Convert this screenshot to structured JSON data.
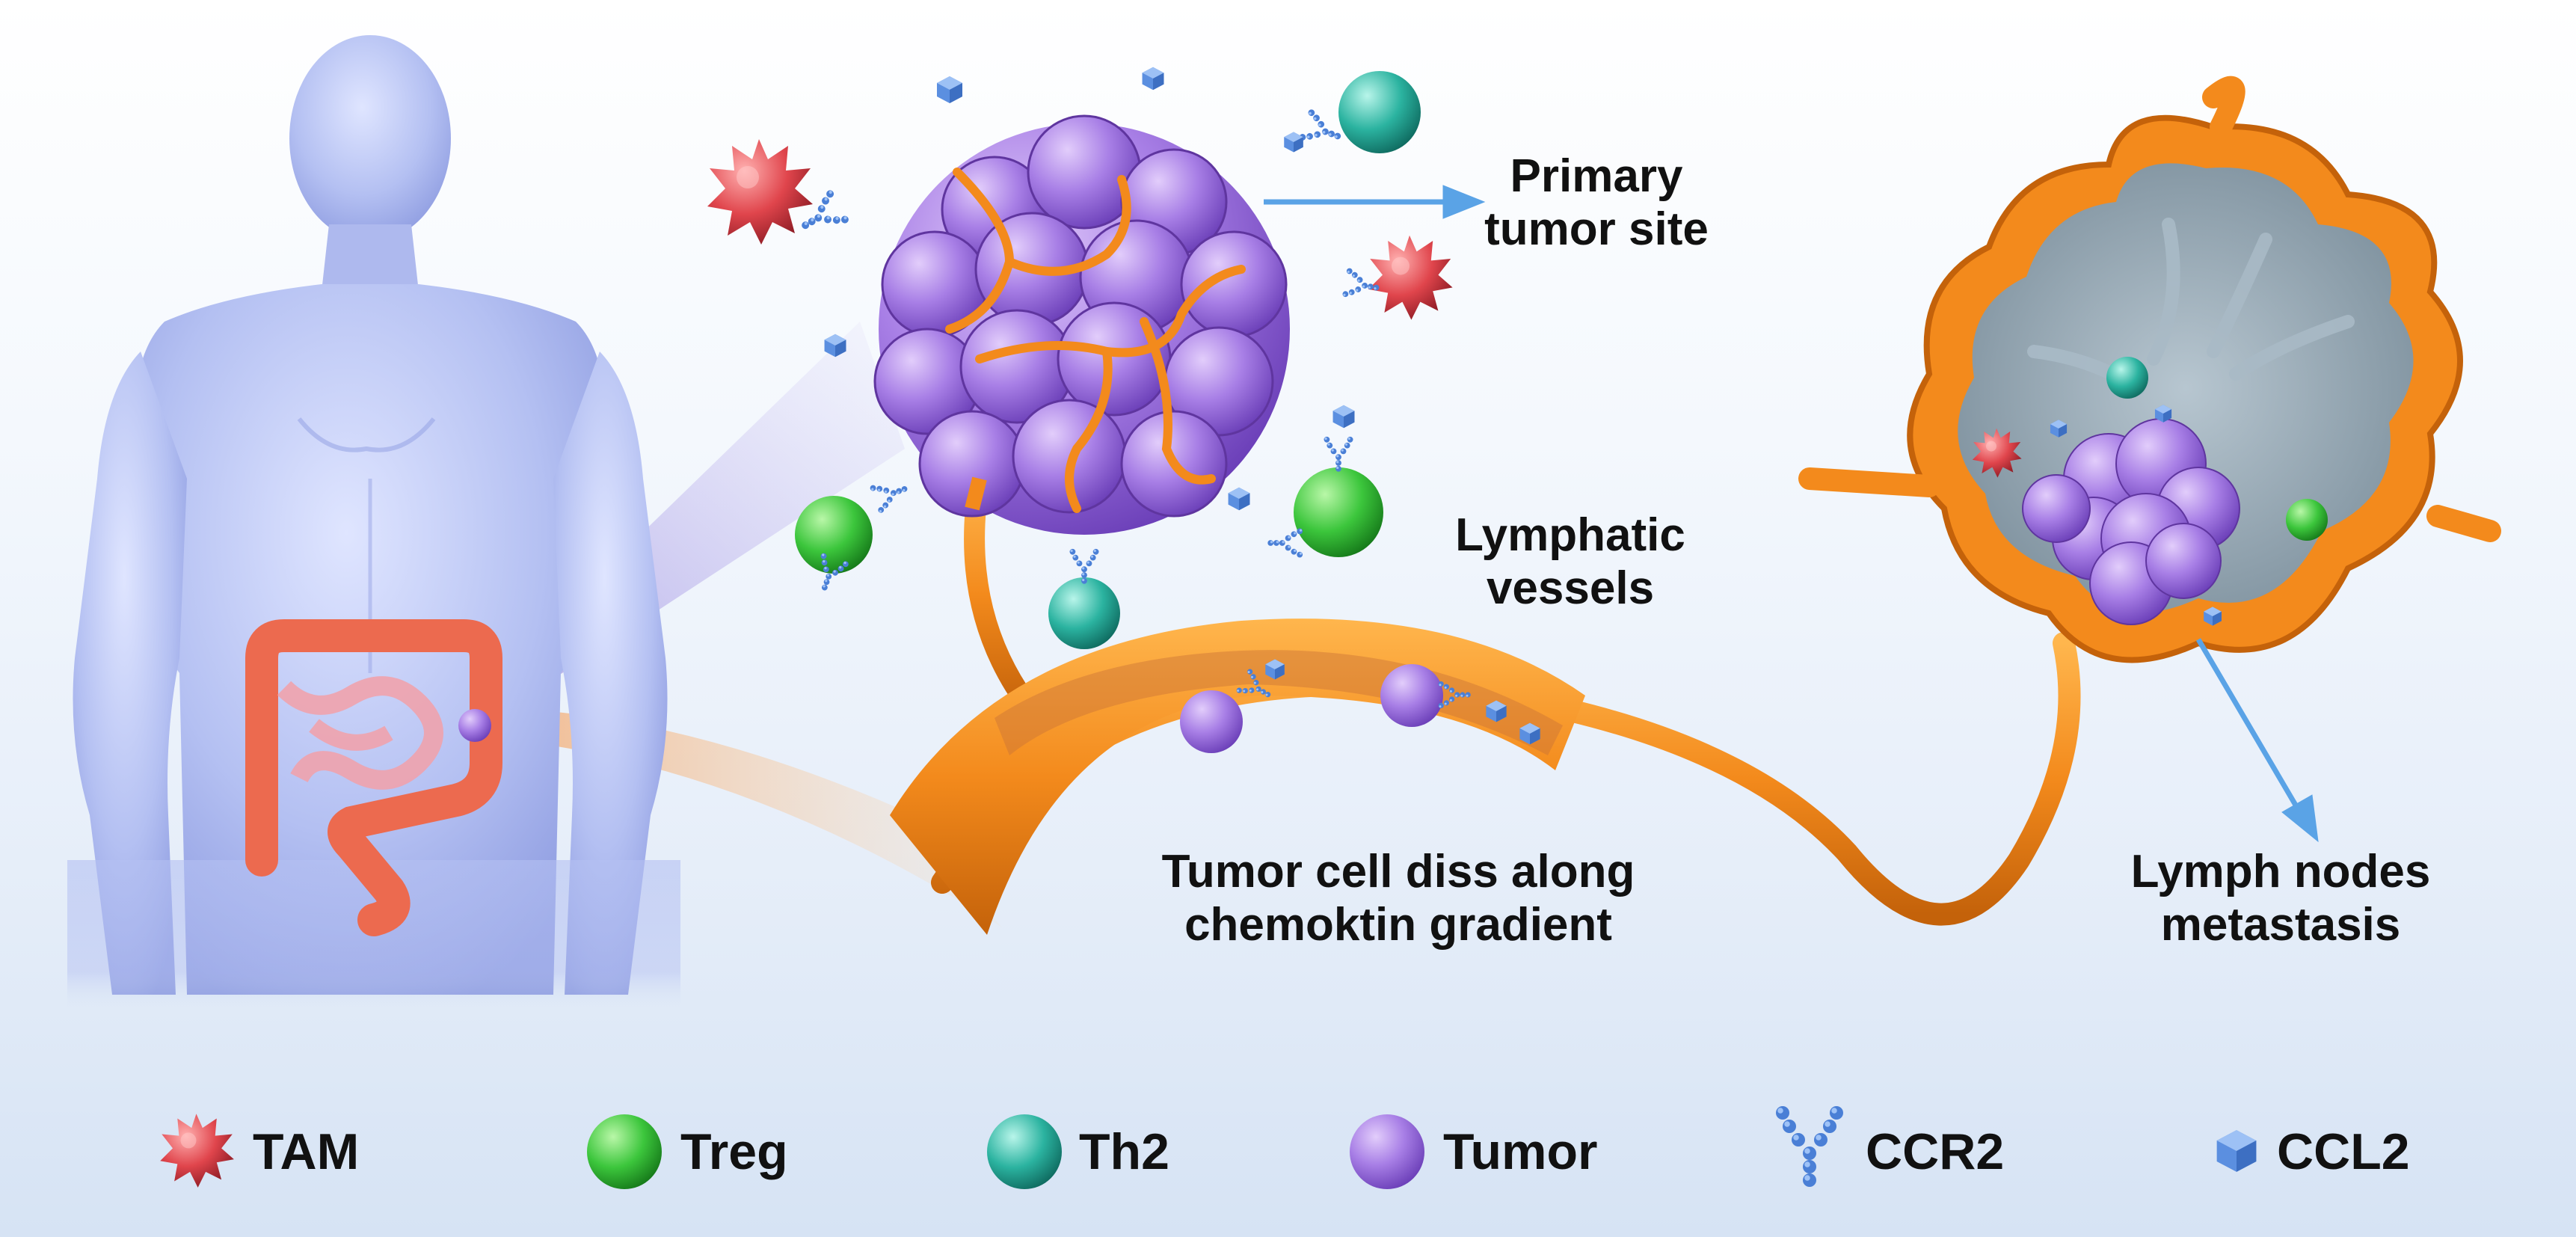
{
  "labels": {
    "primary_tumor_site": [
      "Primary",
      "tumor site"
    ],
    "lymphatic_vessels": [
      "Lymphatic",
      "vessels"
    ],
    "dissemination": [
      "Tumor cell diss along",
      "chemoktin gradient"
    ],
    "lymph_node_metastasis": [
      "Lymph nodes",
      "metastasis"
    ]
  },
  "legend": [
    {
      "label": "TAM",
      "icon": "tam-cell-icon",
      "color": "#e0454c"
    },
    {
      "label": "Treg",
      "icon": "treg-cell-icon",
      "color": "#3cc63c"
    },
    {
      "label": "Th2",
      "icon": "th2-cell-icon",
      "color": "#2bb3a0"
    },
    {
      "label": "Tumor",
      "icon": "tumor-cell-icon",
      "color": "#a37ae0"
    },
    {
      "label": "CCR2",
      "icon": "ccr2-receptor-icon",
      "color": "#4a7fd6"
    },
    {
      "label": "CCL2",
      "icon": "ccl2-chemokine-icon",
      "color": "#5b8fe0"
    }
  ],
  "colors": {
    "body": "#b9c6f2",
    "colon": "#ec6a4f",
    "vessel": "#f38a1c",
    "tumor": "#9d6fdf",
    "node_interior": "#8ea1ae",
    "arrow": "#5aa3e6"
  }
}
